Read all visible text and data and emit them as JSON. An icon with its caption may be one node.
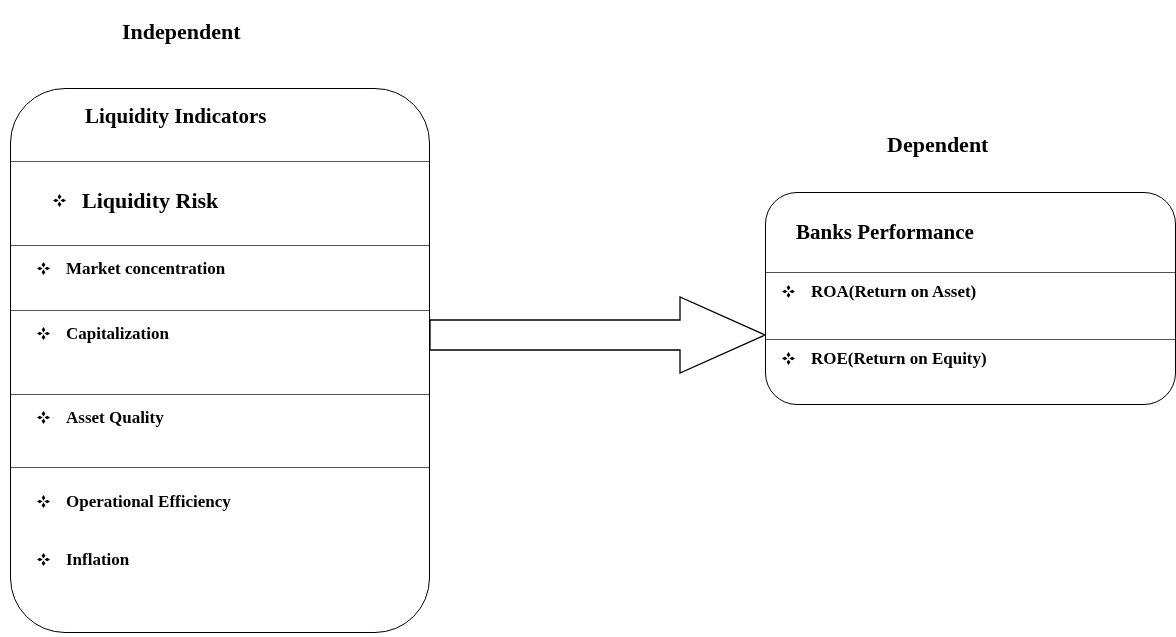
{
  "diagram": {
    "nodes": [
      {
        "text": [
          "Liquidity Indicators",
          "Liquidity Risk",
          "Market concentration",
          "Capitalization",
          "Asset Quality",
          "Operational Efficiency",
          "Inflation"
        ]
      },
      {
        "text": [
          "Banks Performance",
          "ROA(Return on Asset)",
          "ROE(Return on Equity)"
        ]
      }
    ],
    "edges": [
      {
        "from": 0,
        "to": 1,
        "arrow": "to",
        "style": "thick"
      }
    ],
    "labels": [
      "Independent",
      "Dependent"
    ]
  }
}
